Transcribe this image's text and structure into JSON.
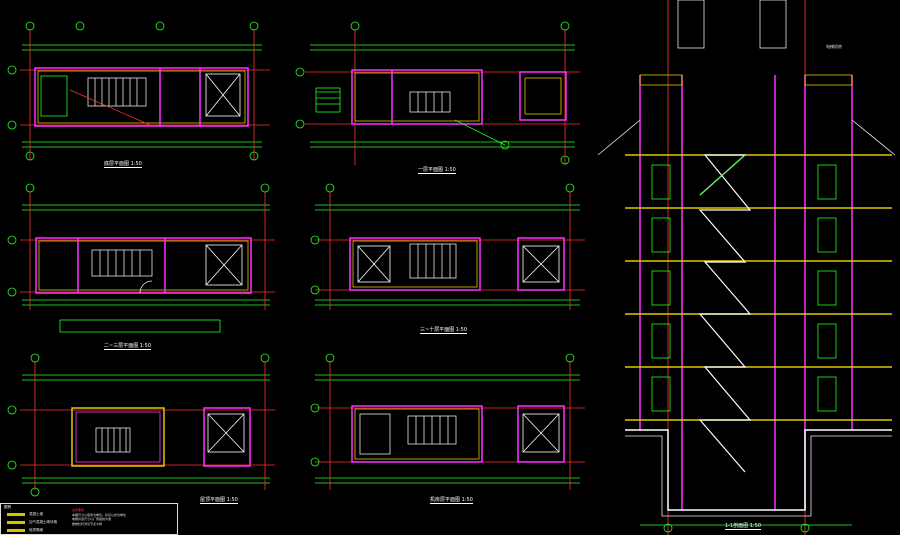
{
  "colors": {
    "background": "#000000",
    "axis_line": "#ff3030",
    "dimension_line": "#20ff20",
    "wall": "#ff30ff",
    "structure": "#e0c800",
    "grid_bubble": "#20ff20",
    "section_line": "#ff3030"
  },
  "plans": [
    {
      "id": "plan-1",
      "title": "底层平面图",
      "scale": "1:50"
    },
    {
      "id": "plan-2",
      "title": "一层平面图",
      "scale": "1:50"
    },
    {
      "id": "plan-3",
      "title": "二~三层平面图",
      "scale": "1:50"
    },
    {
      "id": "plan-4",
      "title": "三~十层平面图",
      "scale": "1:50"
    },
    {
      "id": "plan-5",
      "title": "屋顶平面图",
      "scale": "1:50"
    },
    {
      "id": "plan-6",
      "title": "机房层平面图",
      "scale": "1:50"
    }
  ],
  "section": {
    "title": "1-1剖面图",
    "scale": "1:50",
    "roof_label": "电梯机房"
  },
  "legend": {
    "heading": "图例",
    "items": [
      "混凝土墙",
      "加气混凝土砌块墙",
      "轻质隔墙"
    ]
  },
  "notes": {
    "highlight": "注意事项",
    "lines": [
      "本图尺寸以毫米为单位，标高以米为单位",
      "电梯井道尺寸以厂家提供为准",
      "楼梯栏杆详见节点大样"
    ]
  },
  "icons": [
    "grid-bubble-icon",
    "elevator-cross-icon",
    "north-arrow-icon"
  ]
}
